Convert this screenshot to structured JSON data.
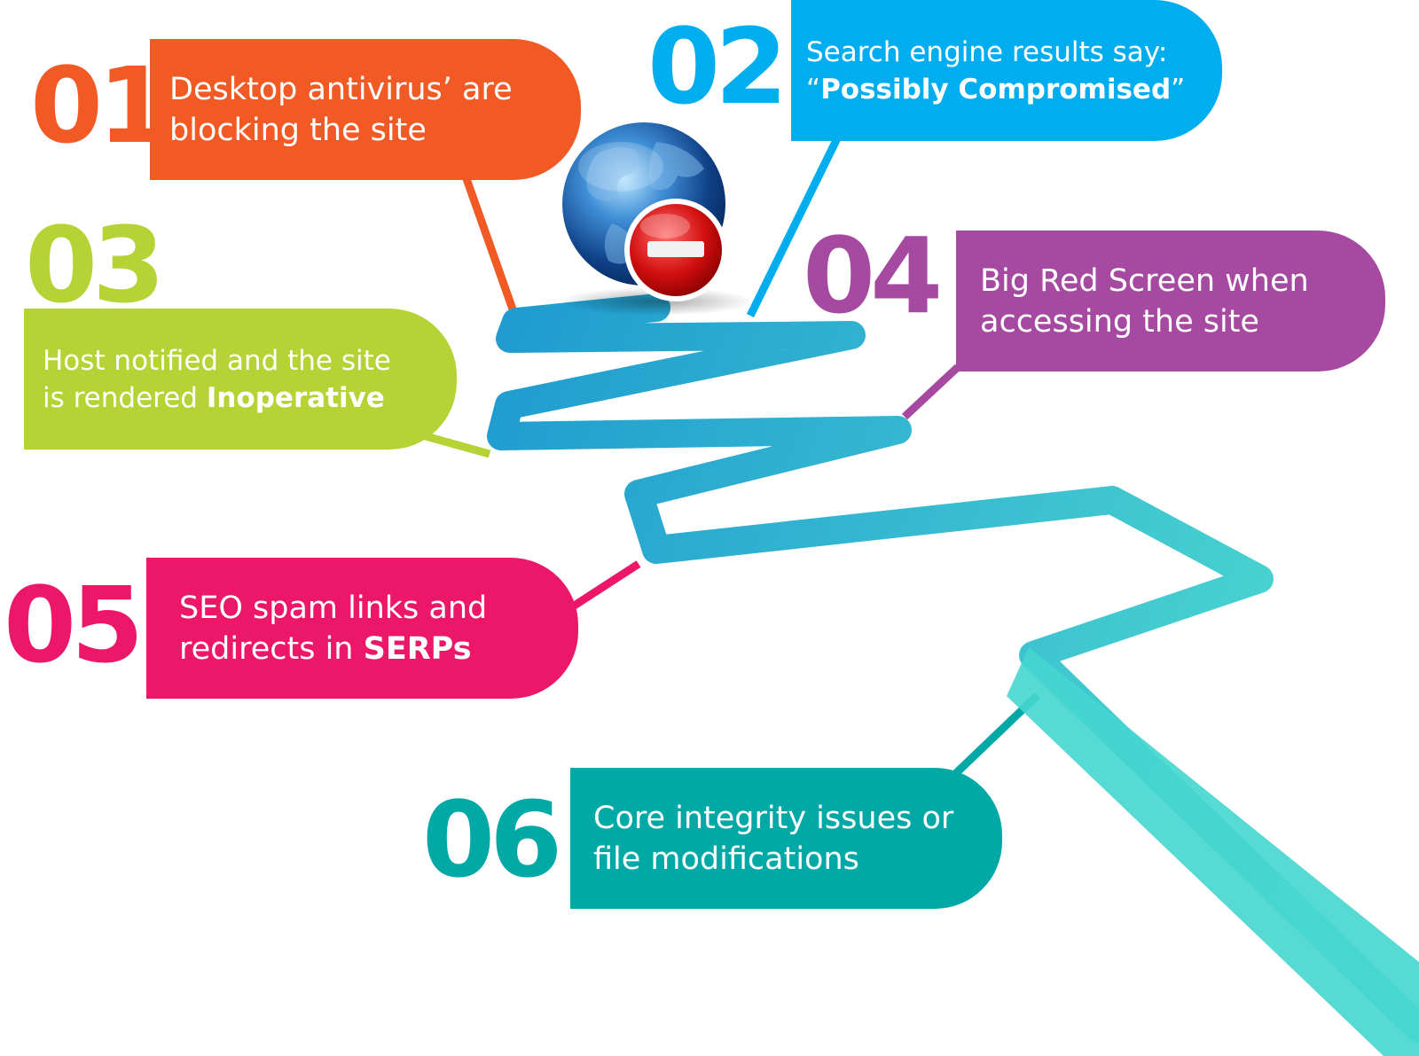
{
  "steps": [
    {
      "number": "01",
      "color": "#f15a24",
      "text_lines": [
        {
          "plain": "Desktop antivirus’ are",
          "bold": "",
          "after": ""
        },
        {
          "plain": "blocking the site",
          "bold": "",
          "after": ""
        }
      ]
    },
    {
      "number": "02",
      "color": "#00aeef",
      "text_lines": [
        {
          "plain": "Search engine results say:",
          "bold": "",
          "after": ""
        },
        {
          "plain": "“",
          "bold": "Possibly Compromised",
          "after": "”"
        }
      ]
    },
    {
      "number": "03",
      "color": "#b5d334",
      "text_lines": [
        {
          "plain": "Host notified and the site",
          "bold": "",
          "after": ""
        },
        {
          "plain": "is rendered ",
          "bold": "Inoperative",
          "after": ""
        }
      ]
    },
    {
      "number": "04",
      "color": "#a54aa0",
      "text_lines": [
        {
          "plain": "Big Red Screen when",
          "bold": "",
          "after": ""
        },
        {
          "plain": "accessing the site",
          "bold": "",
          "after": ""
        }
      ]
    },
    {
      "number": "05",
      "color": "#ed1769",
      "text_lines": [
        {
          "plain": "SEO spam links and",
          "bold": "",
          "after": ""
        },
        {
          "plain": "redirects in ",
          "bold": "SERPs",
          "after": ""
        }
      ]
    },
    {
      "number": "06",
      "color": "#00a8a6",
      "text_lines": [
        {
          "plain": "Core integrity issues or",
          "bold": "",
          "after": ""
        },
        {
          "plain": "file modifications",
          "bold": "",
          "after": ""
        }
      ]
    }
  ],
  "path_colors": {
    "start": "#1f9bd0",
    "end": "#4dd9d0"
  },
  "icons": {
    "globe": "globe-icon",
    "blocked": "no-entry-icon"
  }
}
